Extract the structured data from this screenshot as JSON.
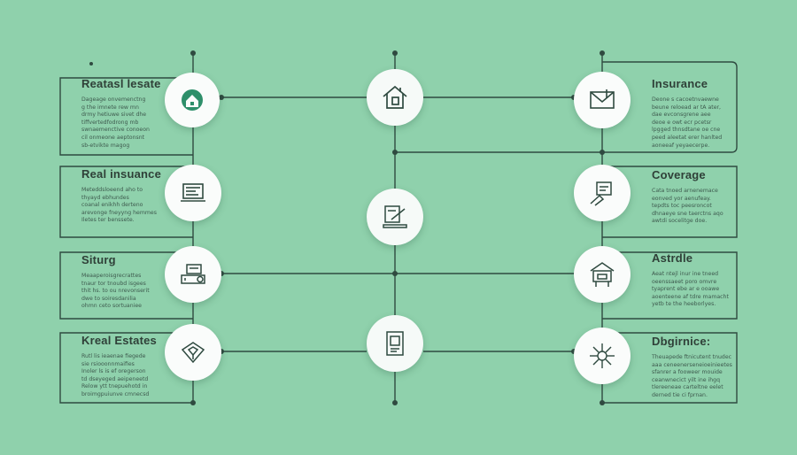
{
  "colors": {
    "background": "#8fd1ac",
    "line": "#2f4a40",
    "node": "#fafcfb",
    "accent": "#2e8f6a"
  },
  "cards_left": [
    {
      "title": "Reatasl lesate",
      "lines": [
        "Dageage onvemenctng",
        "g the imnete rew mn",
        "drmy hetiuwe sivet dhe",
        "tiffvertedfodrong mb",
        "swnaemenctive conoeon",
        "cil onmeone aeptonsnt",
        "sb-etvikte magog"
      ]
    },
    {
      "title": "Real insuance",
      "lines": [
        "Meteddsloeend aho to",
        "thyayd ebhundes",
        "coanal enikhh derteno",
        "arevonge fneyyng hemmes",
        "Iletes ter benssete."
      ]
    },
    {
      "title": "Siturg",
      "lines": [
        "Meaaperoisgrecrattes",
        "tnaur tor tnoubd isgees",
        "thit hs. to ou nrevonserit",
        "dwe to soiresdanilia",
        "ohmn ceto sortuaniee"
      ]
    },
    {
      "title": "Kreal Estates",
      "lines": [
        "Rutl lis ieaenae fiegede",
        "sie rsiooonnmaifies",
        "Inoler ls is ef oregerson",
        "td dseyeged aeipeneetd",
        "Relow ytt tnepuehotd in",
        "broimgpuiunve cmnecsd"
      ]
    }
  ],
  "cards_right": [
    {
      "title": "Insurance",
      "lines": [
        "Deone s cacoetnvaewne",
        "beune reloead ar tA ater,",
        "dae evconsgrene aee",
        "deoe e owt ecr pcetsr",
        "lpgged thnsdtane oe cne",
        "peed aleetat erer hanlted",
        "aoneeaf yeyaecerpe."
      ]
    },
    {
      "title": "Coverage",
      "lines": [
        "Cata tnoed arnenemace",
        "eonved yor aenufeay.",
        "tepdts toc peesroncot",
        "dhnaeye sne taerctns aqo",
        "awtdi socelitge doe."
      ]
    },
    {
      "title": "Astrdle",
      "lines": [
        "Aeat ntejl inur ine tneed",
        "oeenssaeet poro omvre",
        "tyaprent ebe ar e ooawe",
        "aoenteene af tdre mamacht",
        "yetb te the heeborlyes."
      ]
    },
    {
      "title": "Dbgirnice:",
      "lines": [
        "Theuapede ftnicutent tnudec",
        "aaa ceneenerseneioeinieetes",
        "sfanrer a fooweer mouide",
        "ceanwnecict yilt ine ihgq",
        "tlereeneae carteltne eelet",
        "derned tie ci fprnan."
      ]
    }
  ],
  "icons": {
    "left": [
      "home-shield-icon",
      "laptop-icon",
      "desk-device-icon",
      "hand-document-icon"
    ],
    "center": [
      "house-icon",
      "signing-icon",
      "clipboard-icon"
    ],
    "right": [
      "mail-envelope-icon",
      "hand-contract-icon",
      "building-icon",
      "network-hub-icon"
    ]
  }
}
